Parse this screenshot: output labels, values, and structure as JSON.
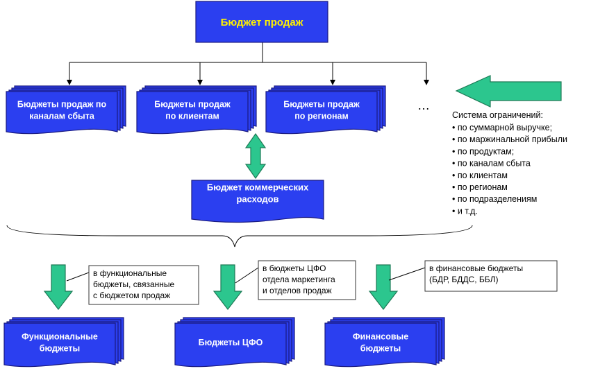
{
  "top": {
    "lines": [
      "Бюджет продаж"
    ]
  },
  "row1": [
    {
      "lines": [
        "Бюджеты продаж по",
        "каналам сбыта"
      ]
    },
    {
      "lines": [
        "Бюджеты продаж",
        "по клиентам"
      ]
    },
    {
      "lines": [
        "Бюджеты продаж",
        "по регионам"
      ]
    }
  ],
  "ellipsis": "…",
  "constraints": {
    "title": "Система ограничений:",
    "items": [
      "• по суммарной выручке;",
      "• по маржинальной прибыли",
      "• по продуктам;",
      "• по каналам сбыта",
      "• по клиентам",
      "• по регионам",
      "• по подразделениям",
      "• и т.д."
    ]
  },
  "commercial": {
    "lines": [
      "Бюджет коммерческих",
      "расходов"
    ]
  },
  "notes": [
    {
      "lines": [
        "в функциональные",
        "бюджеты, связанные",
        "с бюджетом продаж"
      ]
    },
    {
      "lines": [
        "в бюджеты ЦФО",
        "отдела маркетинга",
        "и отделов продаж"
      ]
    },
    {
      "lines": [
        "в финансовые бюджеты",
        "(БДР, БДДС, ББЛ)"
      ]
    }
  ],
  "bottom": [
    {
      "lines": [
        "Функциональные",
        "бюджеты"
      ]
    },
    {
      "lines": [
        "Бюджеты ЦФО"
      ]
    },
    {
      "lines": [
        "Финансовые",
        "бюджеты"
      ]
    }
  ],
  "colors": {
    "box_fill": "#2b3ff0",
    "arrow_fill": "#2cc68e",
    "top_text": "#fff200"
  }
}
